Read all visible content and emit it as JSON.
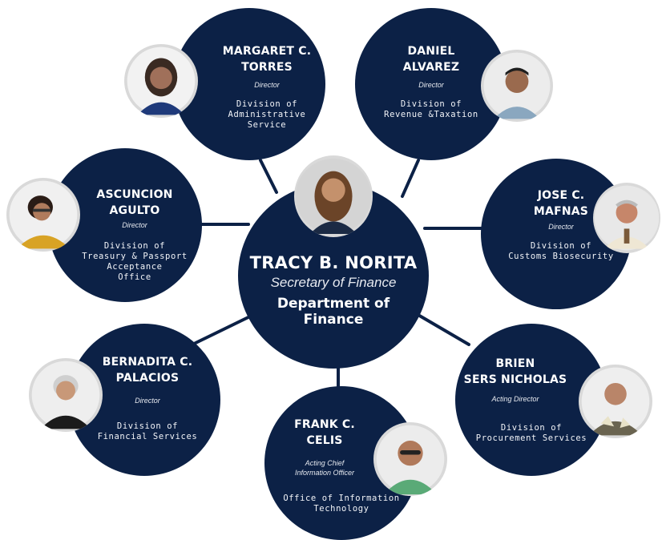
{
  "center": {
    "name": "TRACY B. NORITA",
    "role": "Secretary of Finance",
    "department_line1": "Department of",
    "department_line2": "Finance",
    "photo": "portrait-icon"
  },
  "people": [
    {
      "key": "torres",
      "name1": "MARGARET C.",
      "name2": "TORRES",
      "role1": "Director",
      "role2": "",
      "div1": "Division of",
      "div2": "Administrative",
      "div3": "Service",
      "div4": ""
    },
    {
      "key": "alvarez",
      "name1": "DANIEL",
      "name2": "ALVAREZ",
      "role1": "Director",
      "role2": "",
      "div1": "Division of",
      "div2": "Revenue &Taxation",
      "div3": "",
      "div4": ""
    },
    {
      "key": "agulto",
      "name1": "ASCUNCION",
      "name2": "AGULTO",
      "role1": "Director",
      "role2": "",
      "div1": "Division of",
      "div2": "Treasury & Passport",
      "div3": "Acceptance",
      "div4": "Office"
    },
    {
      "key": "mafnas",
      "name1": "JOSE C.",
      "name2": "MAFNAS",
      "role1": "Director",
      "role2": "",
      "div1": "Division of",
      "div2": "Customs Biosecurity",
      "div3": "",
      "div4": ""
    },
    {
      "key": "palacios",
      "name1": "BERNADITA C.",
      "name2": "PALACIOS",
      "role1": "Director",
      "role2": "",
      "div1": "Division of",
      "div2": "Financial Services",
      "div3": "",
      "div4": ""
    },
    {
      "key": "nicholas",
      "name1": "BRIEN",
      "name2": "SERS NICHOLAS",
      "role1": "Acting Director",
      "role2": "",
      "div1": "Division of",
      "div2": "Procurement Services",
      "div3": "",
      "div4": ""
    },
    {
      "key": "celis",
      "name1": "FRANK C.",
      "name2": "CELIS",
      "role1": "Acting Chief",
      "role2": "Information Officer",
      "div1": "Office of Information",
      "div2": "Technology",
      "div3": "",
      "div4": ""
    }
  ],
  "colors": {
    "bubble": "#0c2146",
    "photo_frame": "#d9d9d9",
    "text": "#ffffff"
  }
}
